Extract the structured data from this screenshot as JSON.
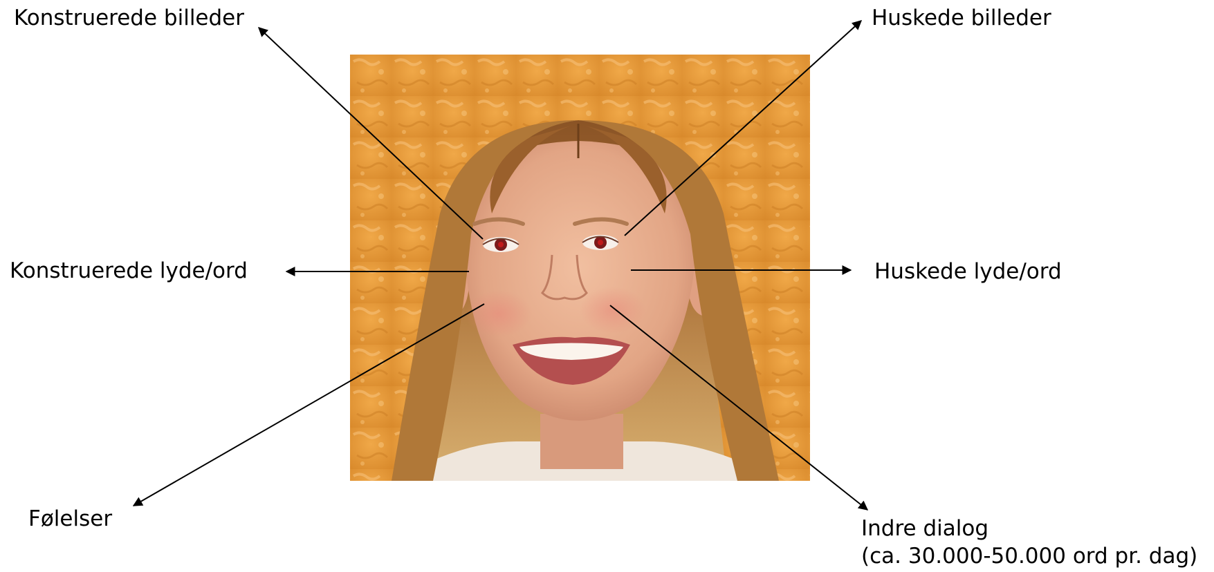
{
  "labels": {
    "constructed_images": "Konstruerede billeder",
    "remembered_images": "Huskede billeder",
    "constructed_sounds": "Konstruerede lyde/ord",
    "remembered_sounds": "Huskede lyde/ord",
    "feelings": "Følelser",
    "inner_dialog_line1": "Indre dialog",
    "inner_dialog_line2": "(ca. 30.000-50.000 ord pr. dag)"
  },
  "photo": {
    "subject": "portrait of smiling girl with long blond hair",
    "background_color": "#e79a3c"
  }
}
